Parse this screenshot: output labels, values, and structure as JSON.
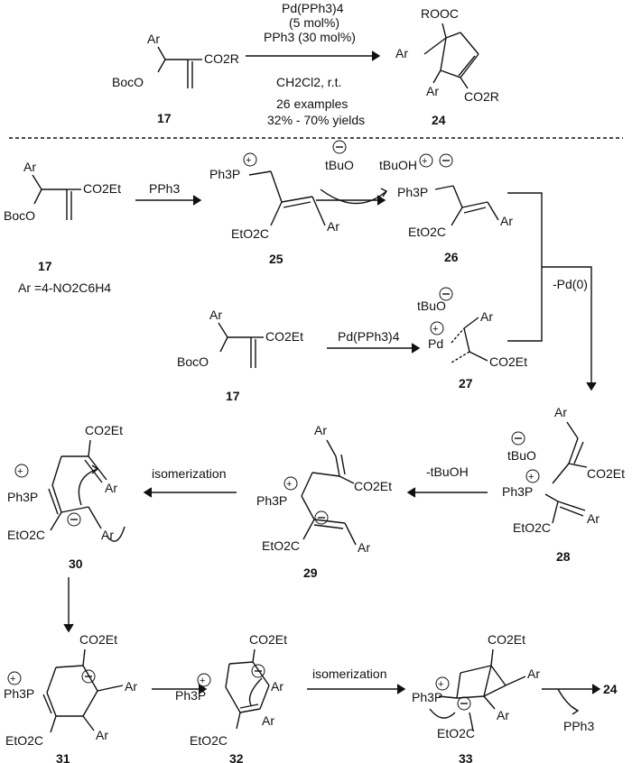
{
  "top": {
    "reagent_1": "Pd(PPh3)4",
    "reagent_2": "(5 mol%)",
    "reagent_3": "PPh3 (30 mol%)",
    "solvent": "CH2Cl2, r.t.",
    "examples": "26 examples",
    "yields": "32% - 70% yields",
    "start_label": "17",
    "product_label": "24",
    "start_groups": {
      "ar": "Ar",
      "boc": "BocO",
      "ester": "CO2R"
    },
    "product_groups": {
      "ester_top": "ROOC",
      "ar1": "Ar",
      "ar2": "Ar",
      "ester_bot": "CO2R"
    }
  },
  "mechanism": {
    "ar_definition": "Ar =4-NO2C6H4",
    "pph3": "PPh3",
    "pd_reagent": "Pd(PPh3)4",
    "tbuo": "tBuO",
    "tbuoh": "tBuOH",
    "minus_tbuoh": "-tBuOH",
    "minus_pd": "-Pd(0)",
    "isomerization_1": "isomerization",
    "isomerization_2": "isomerization",
    "final_product": "24",
    "released": "PPh3",
    "labels": {
      "c17a": "17",
      "c17b": "17",
      "c25": "25",
      "c26": "26",
      "c27": "27",
      "c28": "28",
      "c29": "29",
      "c30": "30",
      "c31": "31",
      "c32": "32",
      "c33": "33"
    },
    "groups": {
      "ar": "Ar",
      "boc": "BocO",
      "co2et": "CO2Et",
      "eto2c": "EtO2C",
      "ph3p": "Ph3P",
      "pd": "Pd"
    }
  }
}
